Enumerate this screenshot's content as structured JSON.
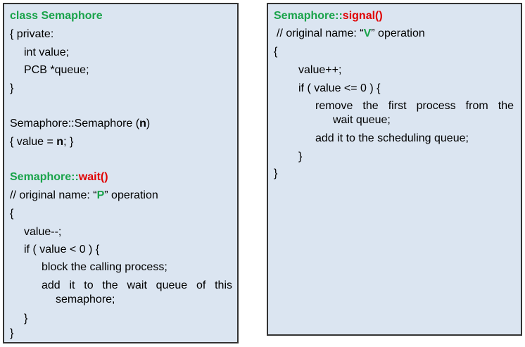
{
  "left": {
    "class_kw": "class Semaphore",
    "open_private": "{   private:",
    "int_value": "int value;",
    "pcb_queue": "PCB *queue;",
    "close1": "}",
    "ctor_prefix": "Semaphore::Semaphore (",
    "ctor_arg": "n",
    "ctor_suffix": ")",
    "init_prefix": "{  value = ",
    "init_arg": "n",
    "init_suffix": "; }",
    "wait_class": "Semaphore::",
    "wait_fn": "wait()",
    "wait_comment_prefix": "// original name: “",
    "wait_comment_letter": "P",
    "wait_comment_suffix": "” operation",
    "open2": "{",
    "value_dec": "value--;",
    "if_line": "if ( value < 0 ) {",
    "block_line": "block the calling process;",
    "add_line_1": "add it to the wait queue of this",
    "add_line_2": "semaphore;",
    "close_inner": "}",
    "close_outer": "}"
  },
  "right": {
    "signal_class": "Semaphore::",
    "signal_fn": "signal()",
    "comment_prefix": "// original name: “",
    "comment_letter": "V",
    "comment_suffix": "” operation",
    "open": "{",
    "value_inc": "value++;",
    "if_line": "if ( value <= 0 )  {",
    "remove_line_1": "remove the first process from the",
    "remove_line_2": "wait queue;",
    "add_line": "add it to the scheduling queue;",
    "close_inner": "}",
    "close_outer": "}"
  },
  "colors": {
    "panel_bg": "#dbe5f1",
    "keyword_green": "#19a34a",
    "function_red": "#e00000"
  }
}
